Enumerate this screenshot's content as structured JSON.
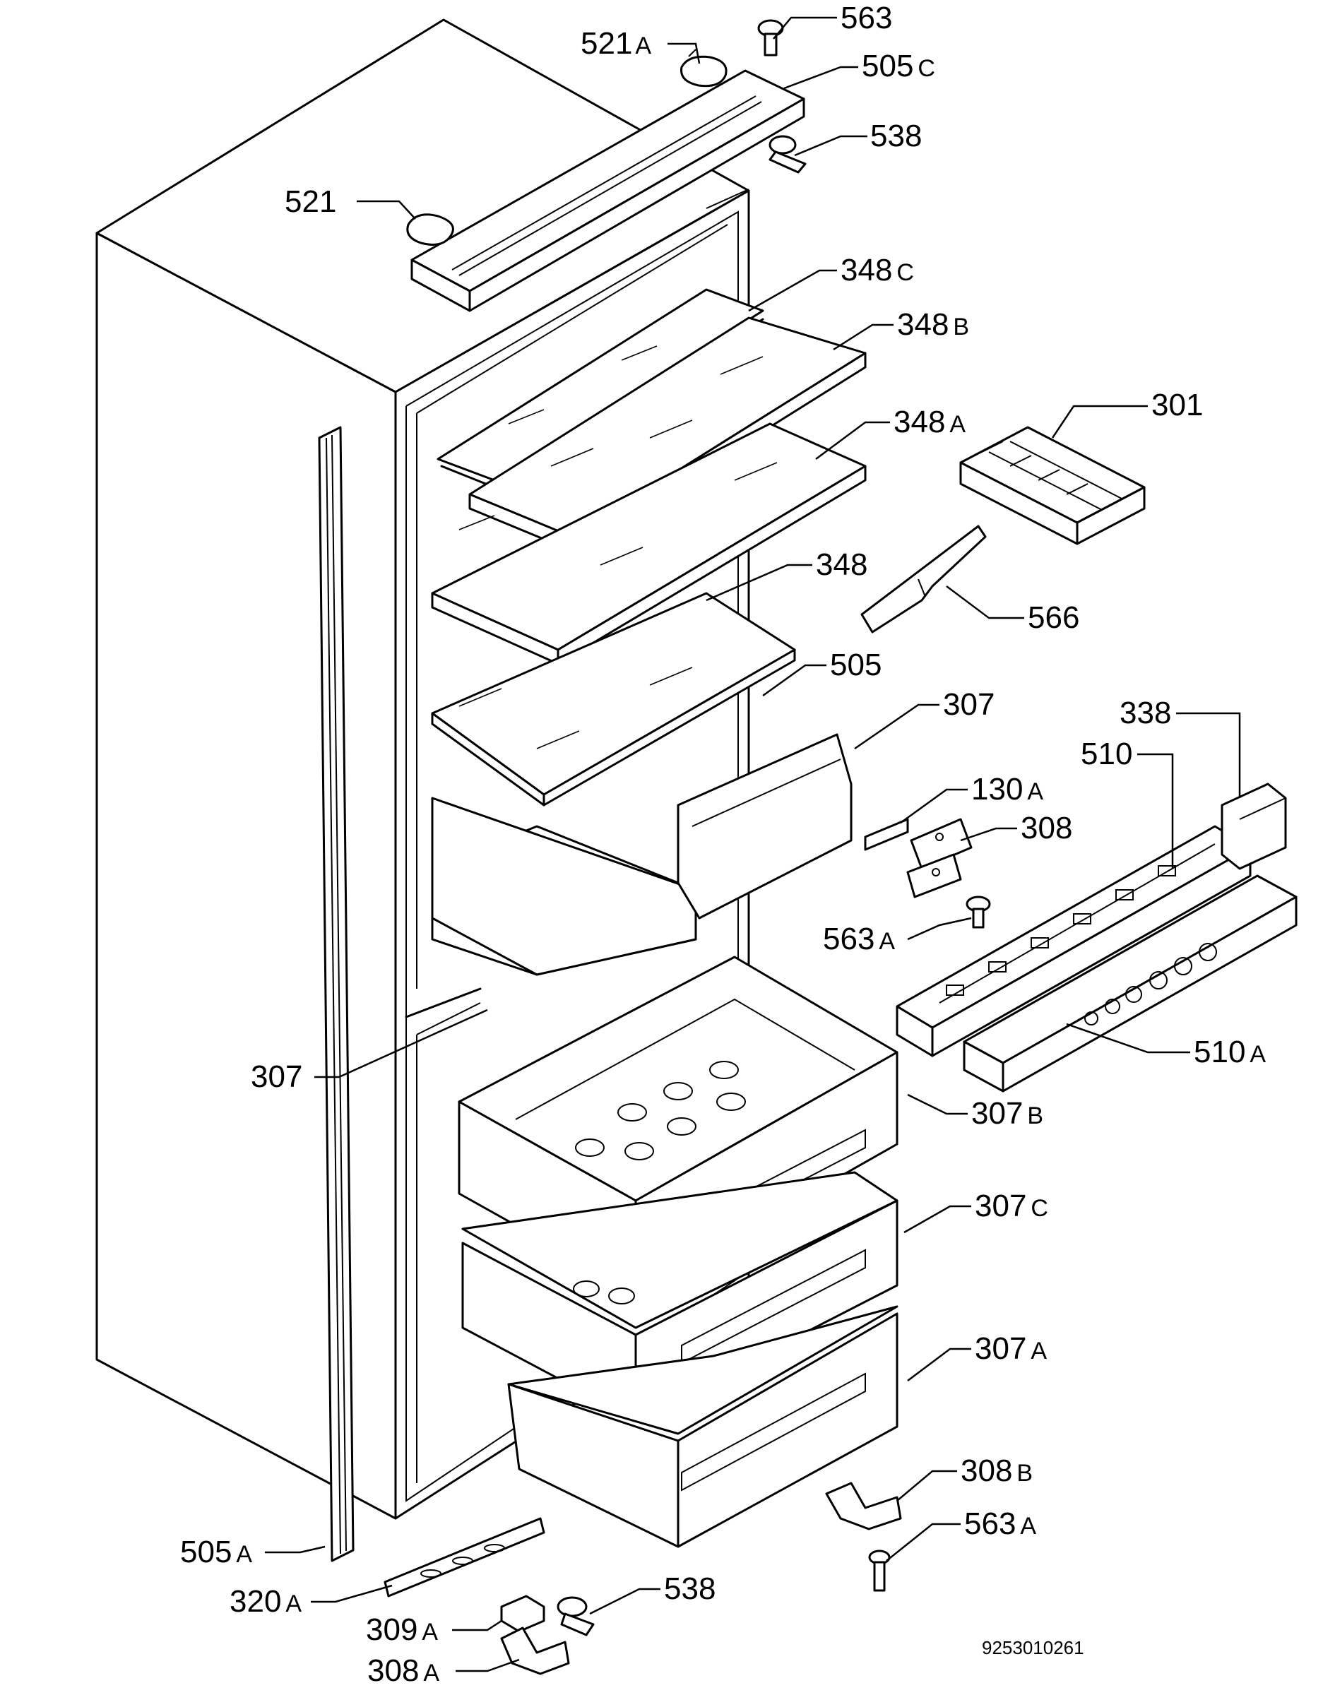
{
  "parts": [
    {
      "id": "p563t",
      "num": "563",
      "suffix": ""
    },
    {
      "id": "p521a",
      "num": "521",
      "suffix": "A"
    },
    {
      "id": "p505c",
      "num": "505",
      "suffix": "C"
    },
    {
      "id": "p538t",
      "num": "538",
      "suffix": ""
    },
    {
      "id": "p521",
      "num": "521",
      "suffix": ""
    },
    {
      "id": "p348c",
      "num": "348",
      "suffix": "C"
    },
    {
      "id": "p348b",
      "num": "348",
      "suffix": "B"
    },
    {
      "id": "p301",
      "num": "301",
      "suffix": ""
    },
    {
      "id": "p348a",
      "num": "348",
      "suffix": "A"
    },
    {
      "id": "p348",
      "num": "348",
      "suffix": ""
    },
    {
      "id": "p566",
      "num": "566",
      "suffix": ""
    },
    {
      "id": "p505",
      "num": "505",
      "suffix": ""
    },
    {
      "id": "p307u",
      "num": "307",
      "suffix": ""
    },
    {
      "id": "p338",
      "num": "338",
      "suffix": ""
    },
    {
      "id": "p510",
      "num": "510",
      "suffix": ""
    },
    {
      "id": "p130a",
      "num": "130",
      "suffix": "A"
    },
    {
      "id": "p308",
      "num": "308",
      "suffix": ""
    },
    {
      "id": "p563a1",
      "num": "563",
      "suffix": "A"
    },
    {
      "id": "p510a",
      "num": "510",
      "suffix": "A"
    },
    {
      "id": "p307l",
      "num": "307",
      "suffix": ""
    },
    {
      "id": "p307b",
      "num": "307",
      "suffix": "B"
    },
    {
      "id": "p307c",
      "num": "307",
      "suffix": "C"
    },
    {
      "id": "p307a",
      "num": "307",
      "suffix": "A"
    },
    {
      "id": "p308b",
      "num": "308",
      "suffix": "B"
    },
    {
      "id": "p563a2",
      "num": "563",
      "suffix": "A"
    },
    {
      "id": "p505a",
      "num": "505",
      "suffix": "A"
    },
    {
      "id": "p320a",
      "num": "320",
      "suffix": "A"
    },
    {
      "id": "p538b",
      "num": "538",
      "suffix": ""
    },
    {
      "id": "p309a",
      "num": "309",
      "suffix": "A"
    },
    {
      "id": "p308a",
      "num": "308",
      "suffix": "A"
    }
  ],
  "document_number": "9253010261"
}
